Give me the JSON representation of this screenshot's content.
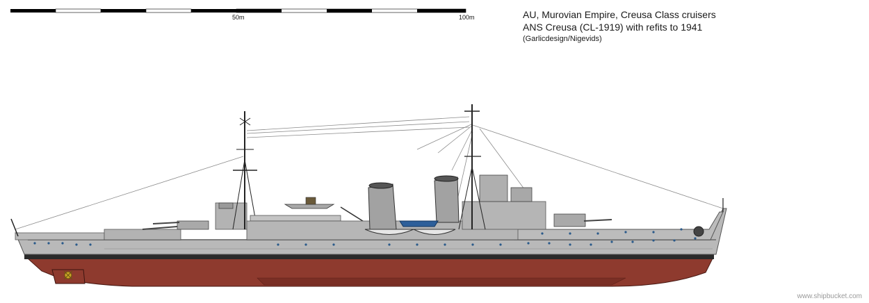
{
  "title": {
    "line1": "AU, Murovian Empire, Creusa Class cruisers",
    "line2": "ANS Creusa (CL-1919) with refits to 1941",
    "credit": "(Garlicdesign/Nigevids)"
  },
  "scale_bar": {
    "label_mid": "50m",
    "label_end": "100m"
  },
  "watermark": "www.shipbucket.com",
  "colors": {
    "hull_gray": "#b9b9b9",
    "hull_dark": "#8a8a8a",
    "bottom_red": "#8e3a2e",
    "bottom_dark": "#5e2018",
    "waterline": "#222222",
    "porthole": "#2a5a8a",
    "boat_blue": "#2d5f9a"
  }
}
